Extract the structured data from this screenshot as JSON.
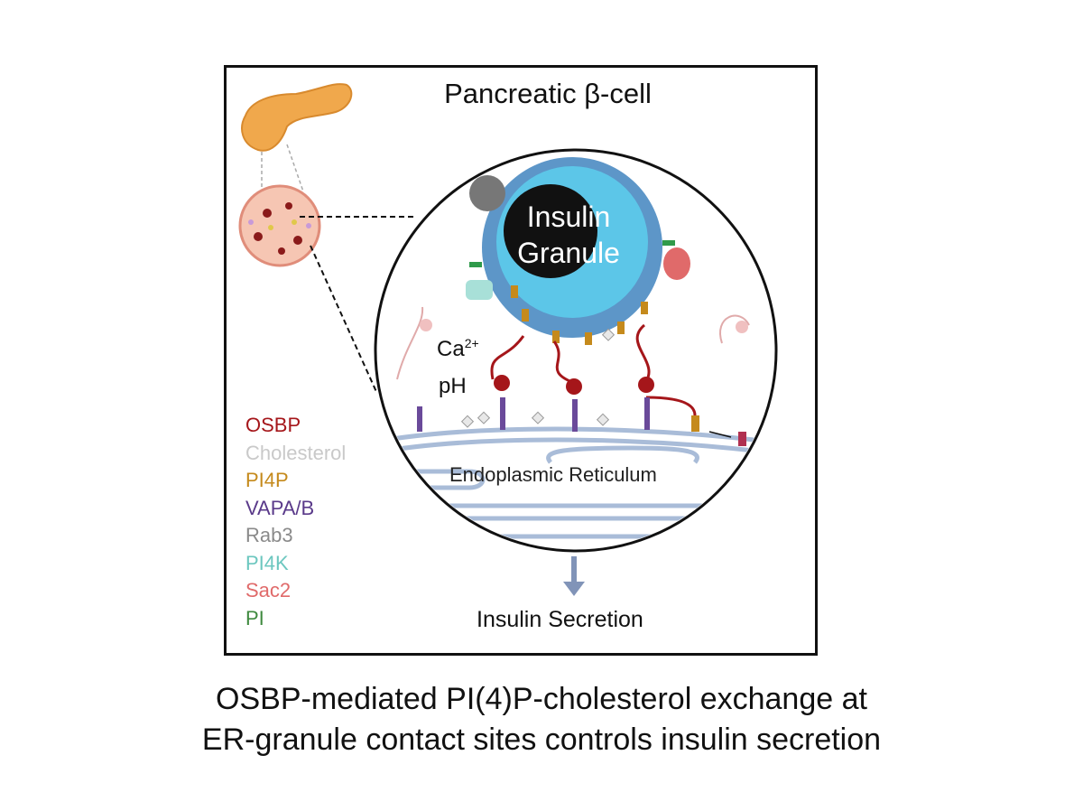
{
  "title": "Pancreatic β-cell",
  "granule": {
    "line1": "Insulin",
    "line2": "Granule"
  },
  "ions": {
    "ca": "Ca",
    "ca_sup": "2+",
    "ph": "pH"
  },
  "er_label": "Endoplasmic Reticulum",
  "secretion_label": "Insulin Secretion",
  "legend": [
    {
      "label": "OSBP",
      "color": "#a5161a"
    },
    {
      "label": "Cholesterol",
      "color": "#c9c9c9"
    },
    {
      "label": "PI4P",
      "color": "#c58a1c"
    },
    {
      "label": "VAPA/B",
      "color": "#5a3a8a"
    },
    {
      "label": "Rab3",
      "color": "#8a8a8a"
    },
    {
      "label": "PI4K",
      "color": "#6cc7bf"
    },
    {
      "label": "Sac2",
      "color": "#e06a6a"
    },
    {
      "label": "PI",
      "color": "#3f8a3f"
    }
  ],
  "caption": {
    "line1": "OSBP-mediated PI(4)P-cholesterol exchange at",
    "line2": "ER-granule contact sites controls insulin secretion"
  }
}
